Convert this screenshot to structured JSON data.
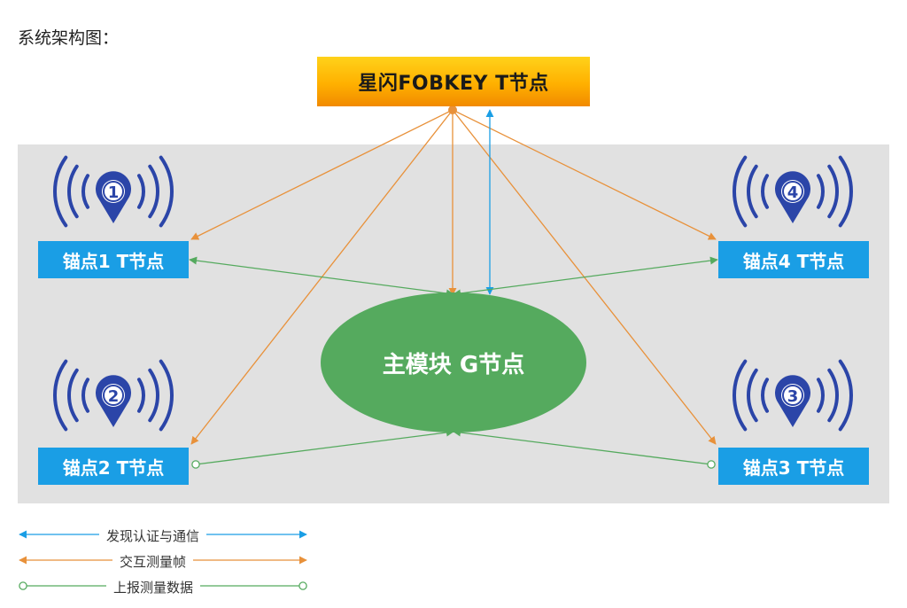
{
  "heading": "系统架构图：",
  "nodes": {
    "fobkey": "星闪FOBKEY  T节点",
    "anchor1": "锚点1  T节点",
    "anchor2": "锚点2  T节点",
    "anchor3": "锚点3  T节点",
    "anchor4": "锚点4  T节点",
    "main_module": "主模块  G节点"
  },
  "anchor_badges": [
    "1",
    "2",
    "3",
    "4"
  ],
  "legend": [
    {
      "label": "发现认证与通信",
      "style": "double-arrow",
      "color": "#1a9ee5"
    },
    {
      "label": "交互测量帧",
      "style": "arrow",
      "color": "#e8913a"
    },
    {
      "label": "上报测量数据",
      "style": "circle-ends",
      "color": "#55aa5e"
    }
  ],
  "colors": {
    "anchor_blue": "#1a9ee5",
    "pin_blue": "#2b45a8",
    "main_green": "#55aa5e",
    "orange_line": "#e8913a",
    "blue_line": "#1a9ee5",
    "green_line": "#55aa5e",
    "area_gray": "#e1e1e1"
  }
}
